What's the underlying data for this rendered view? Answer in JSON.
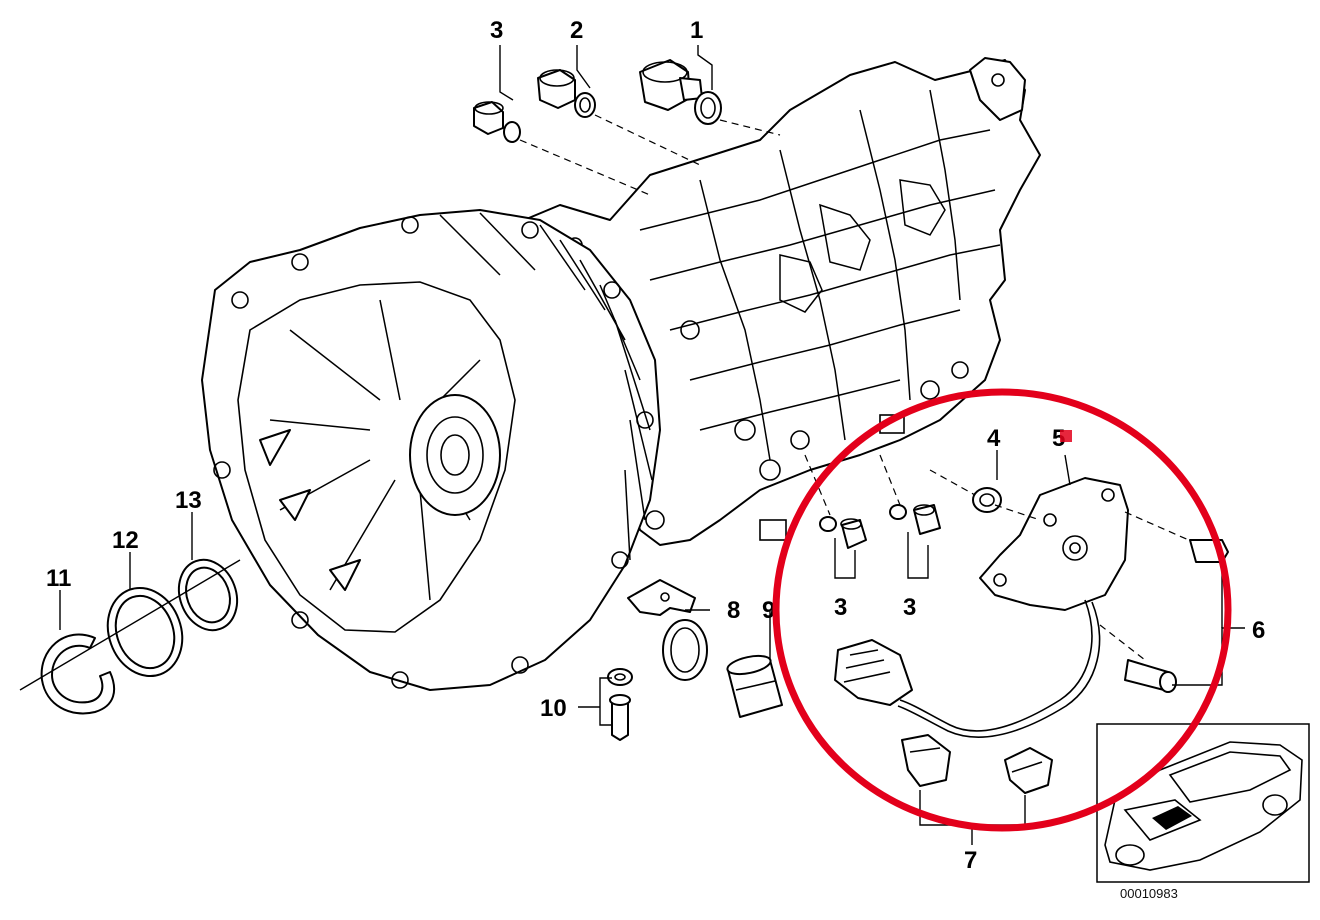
{
  "diagram": {
    "callouts": {
      "c1": "1",
      "c2": "2",
      "c3a": "3",
      "c3b": "3",
      "c3c": "3",
      "c4": "4",
      "c5": "5",
      "c6": "6",
      "c7": "7",
      "c8": "8",
      "c9": "9",
      "c10": "10",
      "c11": "11",
      "c12": "12",
      "c13": "13"
    },
    "inset": {
      "figure_number": "00010983"
    },
    "highlight": {
      "color": "#e3001b",
      "marker_color": "#e3001b"
    }
  }
}
